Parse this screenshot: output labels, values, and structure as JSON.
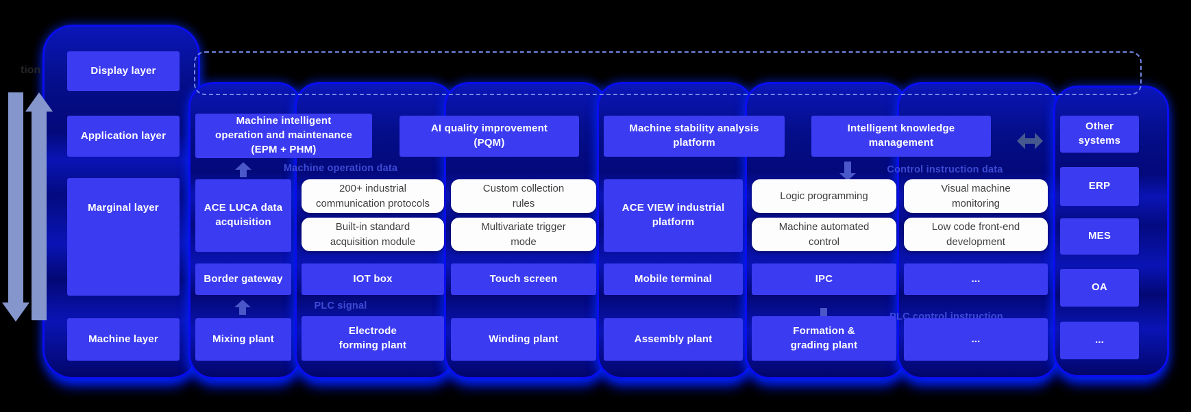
{
  "layers": {
    "display": "Display layer",
    "application": "Application layer",
    "marginal": "Marginal layer",
    "machine": "Machine layer"
  },
  "application_row": [
    {
      "label": "Machine intelligent\noperation and maintenance\n(EPM + PHM)"
    },
    {
      "label": "AI quality improvement\n(PQM)"
    },
    {
      "label": "Machine stability analysis\nplatform"
    },
    {
      "label": "Intelligent knowledge\nmanagement"
    }
  ],
  "marginal_row": {
    "platforms": [
      {
        "label": "ACE LUCA data\nacquisition"
      },
      {
        "label": "ACE VIEW industrial\nplatform"
      }
    ],
    "modules": [
      {
        "label": "200+ industrial\ncommunication protocols"
      },
      {
        "label": "Built-in standard\nacquisition module"
      },
      {
        "label": "Custom collection\nrules"
      },
      {
        "label": "Multivariate trigger\nmode"
      },
      {
        "label": "Logic programming"
      },
      {
        "label": "Machine automated\ncontrol"
      },
      {
        "label": "Visual machine\nmonitoring"
      },
      {
        "label": "Low code front-end\ndevelopment"
      }
    ],
    "terminals": [
      {
        "label": "Border gateway"
      },
      {
        "label": "IOT box"
      },
      {
        "label": "Touch screen"
      },
      {
        "label": "Mobile terminal"
      },
      {
        "label": "IPC"
      },
      {
        "label": "..."
      }
    ]
  },
  "machine_row": [
    {
      "label": "Mixing plant"
    },
    {
      "label": "Electrode\nforming plant"
    },
    {
      "label": "Winding plant"
    },
    {
      "label": "Assembly plant"
    },
    {
      "label": "Formation &\ngrading plant"
    },
    {
      "label": "..."
    }
  ],
  "external_systems": {
    "title": "Other\nsystems",
    "items": [
      {
        "label": "ERP"
      },
      {
        "label": "MES"
      },
      {
        "label": "OA"
      },
      {
        "label": "..."
      }
    ]
  },
  "flow_labels": {
    "machine_operation": "Machine operation data",
    "control_instruction": "Control instruction data",
    "plc_signal": "PLC signal",
    "plc_control": "PLC control instruction"
  },
  "left_edge_partial_label": "tion",
  "colors": {
    "background": "#000000",
    "box_blue": "#3b3bf1",
    "container_border": "#0a0df2",
    "container_fill": "#050e8a",
    "white_box": "#fdfdfe",
    "flow_label": "#3d4ad6",
    "long_arrow": "#8596cd",
    "dashed_frame": "#7186e6",
    "small_arrow": "#4a57c8",
    "double_arrow": "#46598f"
  }
}
